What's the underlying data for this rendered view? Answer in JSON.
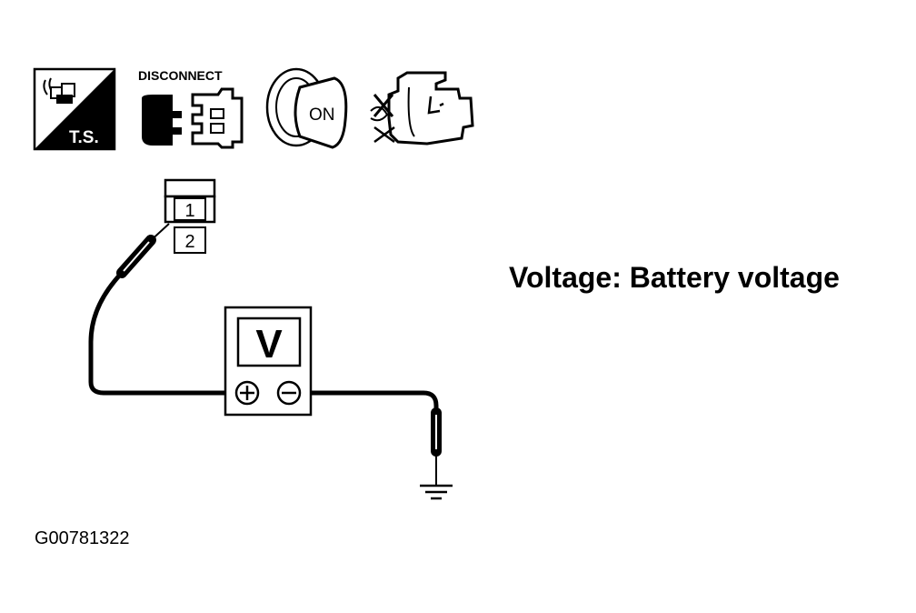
{
  "icons": {
    "tool_symbol": {
      "icon": "test-lamp-icon",
      "label": "T.S."
    },
    "disconnect": {
      "icon": "connector-disconnect-icon",
      "label": "DISCONNECT"
    },
    "ignition": {
      "icon": "ignition-key-icon",
      "label": "ON"
    },
    "engine": {
      "icon": "engine-off-icon"
    }
  },
  "connector": {
    "pins": [
      "1",
      "2"
    ]
  },
  "meter": {
    "label": "V",
    "positive_symbol": "⊕",
    "negative_symbol": "⊖"
  },
  "result": {
    "text": "Voltage: Battery voltage"
  },
  "figure_code": "G00781322",
  "colors": {
    "ink": "#000000",
    "paper": "#ffffff"
  }
}
